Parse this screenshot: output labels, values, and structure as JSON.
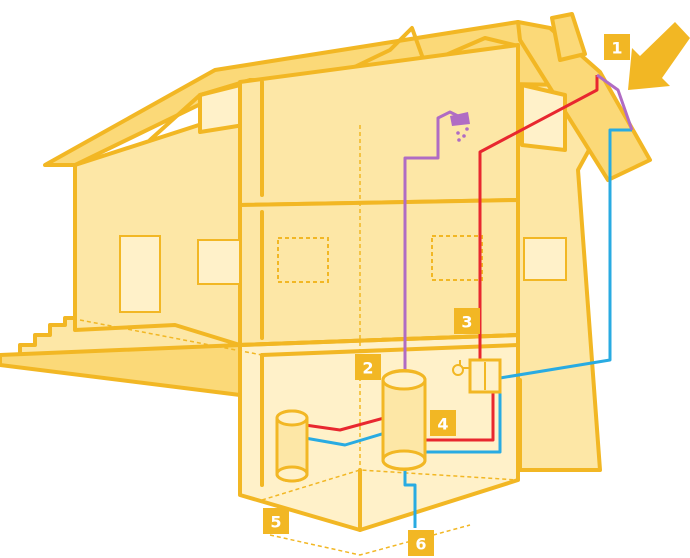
{
  "colors": {
    "outline": "#f2b724",
    "fill": "#fde7a6",
    "fill_light": "#fff1c9",
    "hot_pipe": "#e8272f",
    "cold_pipe": "#29abe2",
    "drinking_pipe": "#b06cc4",
    "badge_text": "#ffffff"
  },
  "labels": [
    {
      "id": "1",
      "text": "1"
    },
    {
      "id": "2",
      "text": "2"
    },
    {
      "id": "3",
      "text": "3"
    },
    {
      "id": "4",
      "text": "4"
    },
    {
      "id": "5",
      "text": "5"
    },
    {
      "id": "6",
      "text": "6"
    }
  ],
  "icons": [
    "sun-arrow-icon",
    "shower-icon"
  ]
}
